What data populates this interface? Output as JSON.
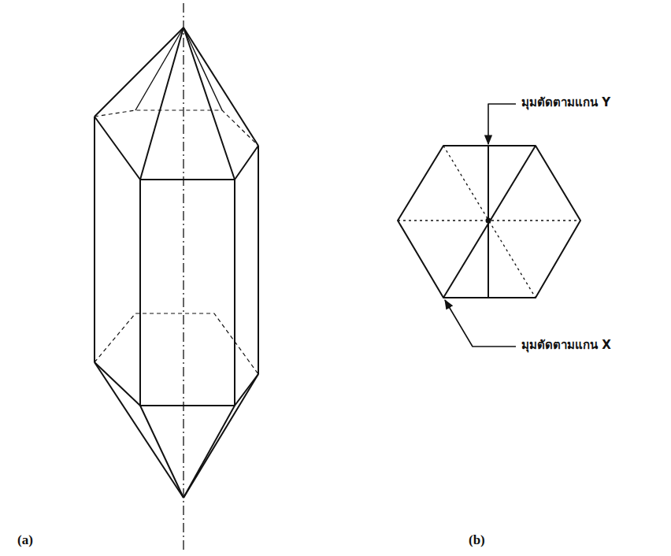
{
  "diagram": {
    "labels": [
      "มุมตัดตามแกน Y",
      "มุมตัดตามแกน X",
      "(a)",
      "(b)"
    ]
  }
}
